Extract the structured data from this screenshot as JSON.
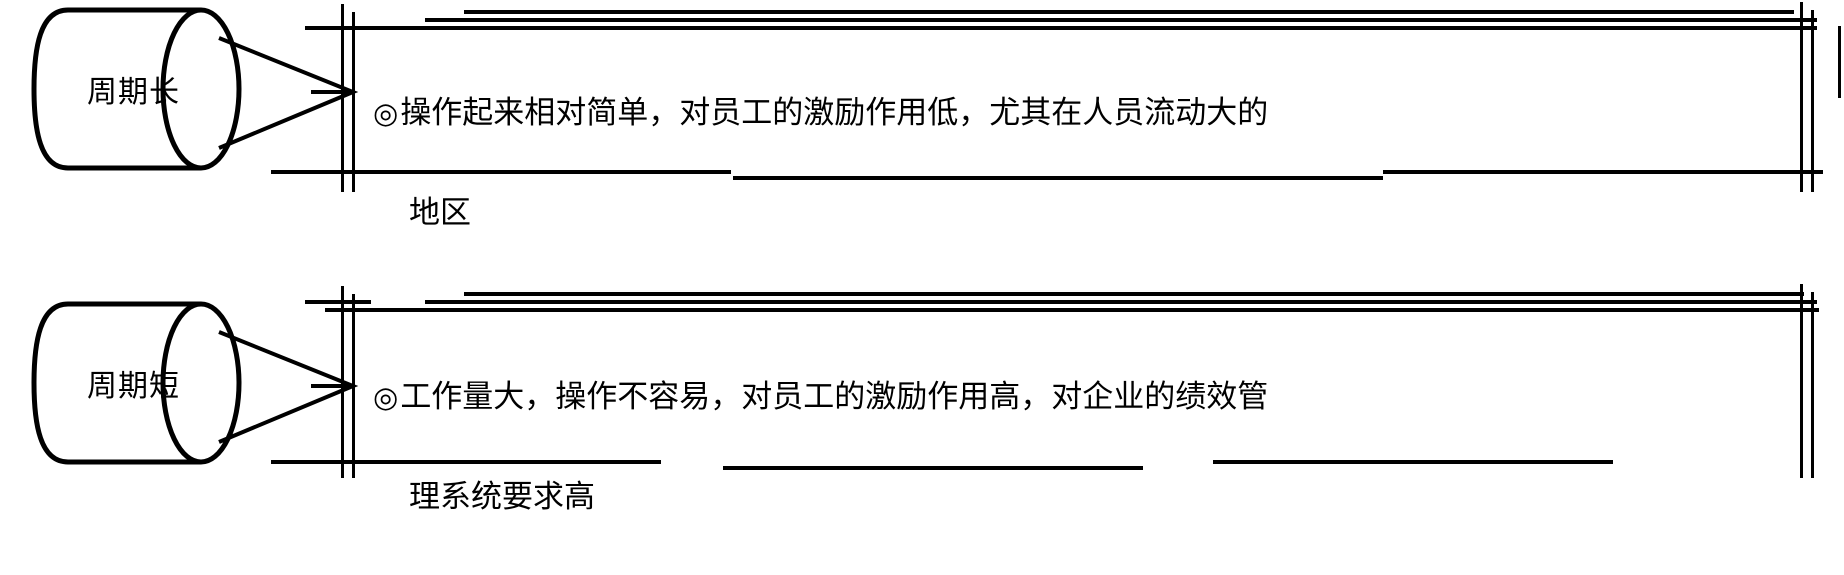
{
  "diagram": {
    "type": "two-row cylinder-to-callout comparison diagram",
    "bullet_glyph": "◎",
    "line_color": "#000000",
    "background_color": "#ffffff",
    "rows": [
      {
        "id": "row-long-cycle",
        "cylinder_label": "周期长",
        "callout_lines": [
          "操作起来相对简单，对员工的激励作用低，尤其在人员流动大的",
          "地区"
        ],
        "callout_full_text": "◎ 操作起来相对简单，对员工的激励作用低，尤其在人员流动大的地区"
      },
      {
        "id": "row-short-cycle",
        "cylinder_label": "周期短",
        "callout_lines": [
          "工作量大，操作不容易，对员工的激励作用高，对企业的绩效管",
          "理系统要求高"
        ],
        "callout_full_text": "◎ 工作量大，操作不容易，对员工的激励作用高，对企业的绩效管理系统要求高"
      }
    ]
  }
}
